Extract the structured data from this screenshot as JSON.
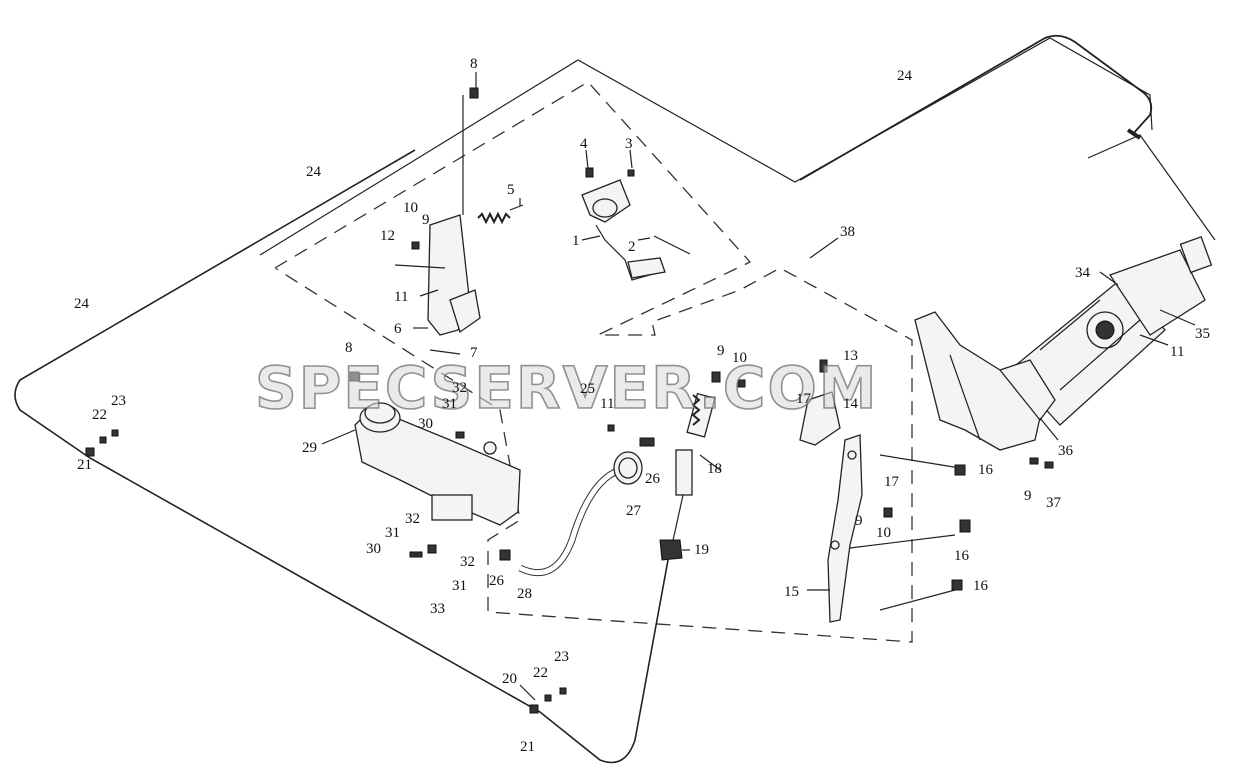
{
  "watermark": "SPECSERVER.COM",
  "callouts": [
    {
      "id": "c8a",
      "text": "8"
    },
    {
      "id": "c24a",
      "text": "24"
    },
    {
      "id": "c24b",
      "text": "24"
    },
    {
      "id": "c24c",
      "text": "24"
    },
    {
      "id": "c5",
      "text": "5"
    },
    {
      "id": "c4",
      "text": "4"
    },
    {
      "id": "c3",
      "text": "3"
    },
    {
      "id": "c1",
      "text": "1"
    },
    {
      "id": "c2",
      "text": "2"
    },
    {
      "id": "c38",
      "text": "38"
    },
    {
      "id": "c10a",
      "text": "10"
    },
    {
      "id": "c9a",
      "text": "9"
    },
    {
      "id": "c12",
      "text": "12"
    },
    {
      "id": "c11a",
      "text": "11"
    },
    {
      "id": "c6",
      "text": "6"
    },
    {
      "id": "c7",
      "text": "7"
    },
    {
      "id": "c8b",
      "text": "8"
    },
    {
      "id": "c34",
      "text": "34"
    },
    {
      "id": "c35",
      "text": "35"
    },
    {
      "id": "c11b",
      "text": "11"
    },
    {
      "id": "c9b",
      "text": "9"
    },
    {
      "id": "c10b",
      "text": "10"
    },
    {
      "id": "c13",
      "text": "13"
    },
    {
      "id": "c32a",
      "text": "32"
    },
    {
      "id": "c31a",
      "text": "31"
    },
    {
      "id": "c30a",
      "text": "30"
    },
    {
      "id": "c29",
      "text": "29"
    },
    {
      "id": "c22a",
      "text": "22"
    },
    {
      "id": "c23a",
      "text": "23"
    },
    {
      "id": "c21a",
      "text": "21"
    },
    {
      "id": "c25",
      "text": "25"
    },
    {
      "id": "c11c",
      "text": "11"
    },
    {
      "id": "c17a",
      "text": "17"
    },
    {
      "id": "c14",
      "text": "14"
    },
    {
      "id": "c36",
      "text": "36"
    },
    {
      "id": "c16a",
      "text": "16"
    },
    {
      "id": "c17b",
      "text": "17"
    },
    {
      "id": "c9c",
      "text": "9"
    },
    {
      "id": "c37",
      "text": "37"
    },
    {
      "id": "c9d",
      "text": "9"
    },
    {
      "id": "c10c",
      "text": "10"
    },
    {
      "id": "c26a",
      "text": "26"
    },
    {
      "id": "c18",
      "text": "18"
    },
    {
      "id": "c27",
      "text": "27"
    },
    {
      "id": "c32b",
      "text": "32"
    },
    {
      "id": "c31b",
      "text": "31"
    },
    {
      "id": "c30b",
      "text": "30"
    },
    {
      "id": "c32c",
      "text": "32"
    },
    {
      "id": "c31c",
      "text": "31"
    },
    {
      "id": "c33",
      "text": "33"
    },
    {
      "id": "c26b",
      "text": "26"
    },
    {
      "id": "c28",
      "text": "28"
    },
    {
      "id": "c19",
      "text": "19"
    },
    {
      "id": "c16b",
      "text": "16"
    },
    {
      "id": "c16c",
      "text": "16"
    },
    {
      "id": "c15",
      "text": "15"
    },
    {
      "id": "c20",
      "text": "20"
    },
    {
      "id": "c22b",
      "text": "22"
    },
    {
      "id": "c23b",
      "text": "23"
    },
    {
      "id": "c21b",
      "text": "21"
    }
  ]
}
